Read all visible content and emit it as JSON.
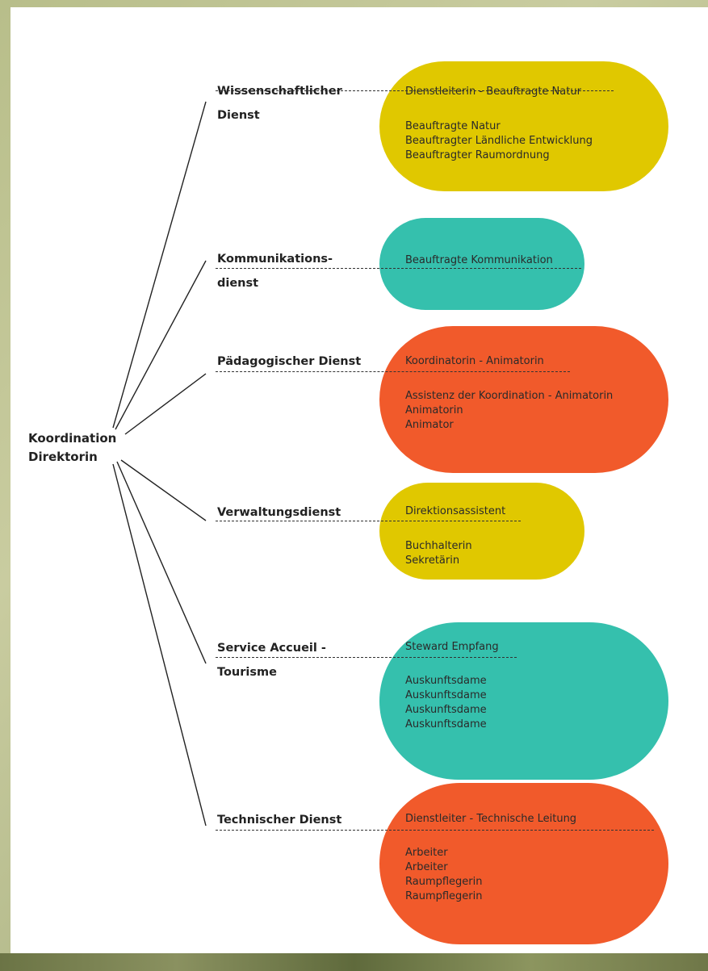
{
  "colors": {
    "yellow": "#e0c800",
    "teal": "#35c0ad",
    "orange": "#f15a2b",
    "line": "#222222"
  },
  "root": {
    "label_line1": "Koordination",
    "label_line2": "Direktorin"
  },
  "departments": [
    {
      "id": "wissenschaftlicher",
      "label_line1": "Wissenschaftlicher",
      "label_line2": "Dienst",
      "color": "yellow",
      "lead": "Dienstleiterin - Beauftragte Natur",
      "members": [
        "Beauftragte Natur",
        "Beauftragter Ländliche Entwicklung",
        "Beauftragter Raumordnung"
      ]
    },
    {
      "id": "kommunikation",
      "label_line1": "Kommunikations-",
      "label_line2": "dienst",
      "color": "teal",
      "lead": "Beauftragte Kommunikation",
      "members": []
    },
    {
      "id": "paedagogisch",
      "label_line1": "Pädagogischer Dienst",
      "label_line2": "",
      "color": "orange",
      "lead": "Koordinatorin - Animatorin",
      "members": [
        "Assistenz der Koordination - Animatorin",
        "Animatorin",
        "Animator"
      ]
    },
    {
      "id": "verwaltung",
      "label_line1": "Verwaltungsdienst",
      "label_line2": "",
      "color": "yellow",
      "lead": "Direktionsassistent",
      "members": [
        "Buchhalterin",
        "Sekretärin"
      ]
    },
    {
      "id": "accueil",
      "label_line1": "Service Accueil -",
      "label_line2": "Tourisme",
      "color": "teal",
      "lead": "Steward Empfang",
      "members": [
        "Auskunftsdame",
        "Auskunftsdame",
        "Auskunftsdame",
        "Auskunftsdame"
      ]
    },
    {
      "id": "technisch",
      "label_line1": "Technischer Dienst",
      "label_line2": "",
      "color": "orange",
      "lead": "Dienstleiter - Technische Leitung",
      "members": [
        "Arbeiter",
        "Arbeiter",
        "Raumpflegerin",
        "Raumpflegerin"
      ]
    }
  ]
}
